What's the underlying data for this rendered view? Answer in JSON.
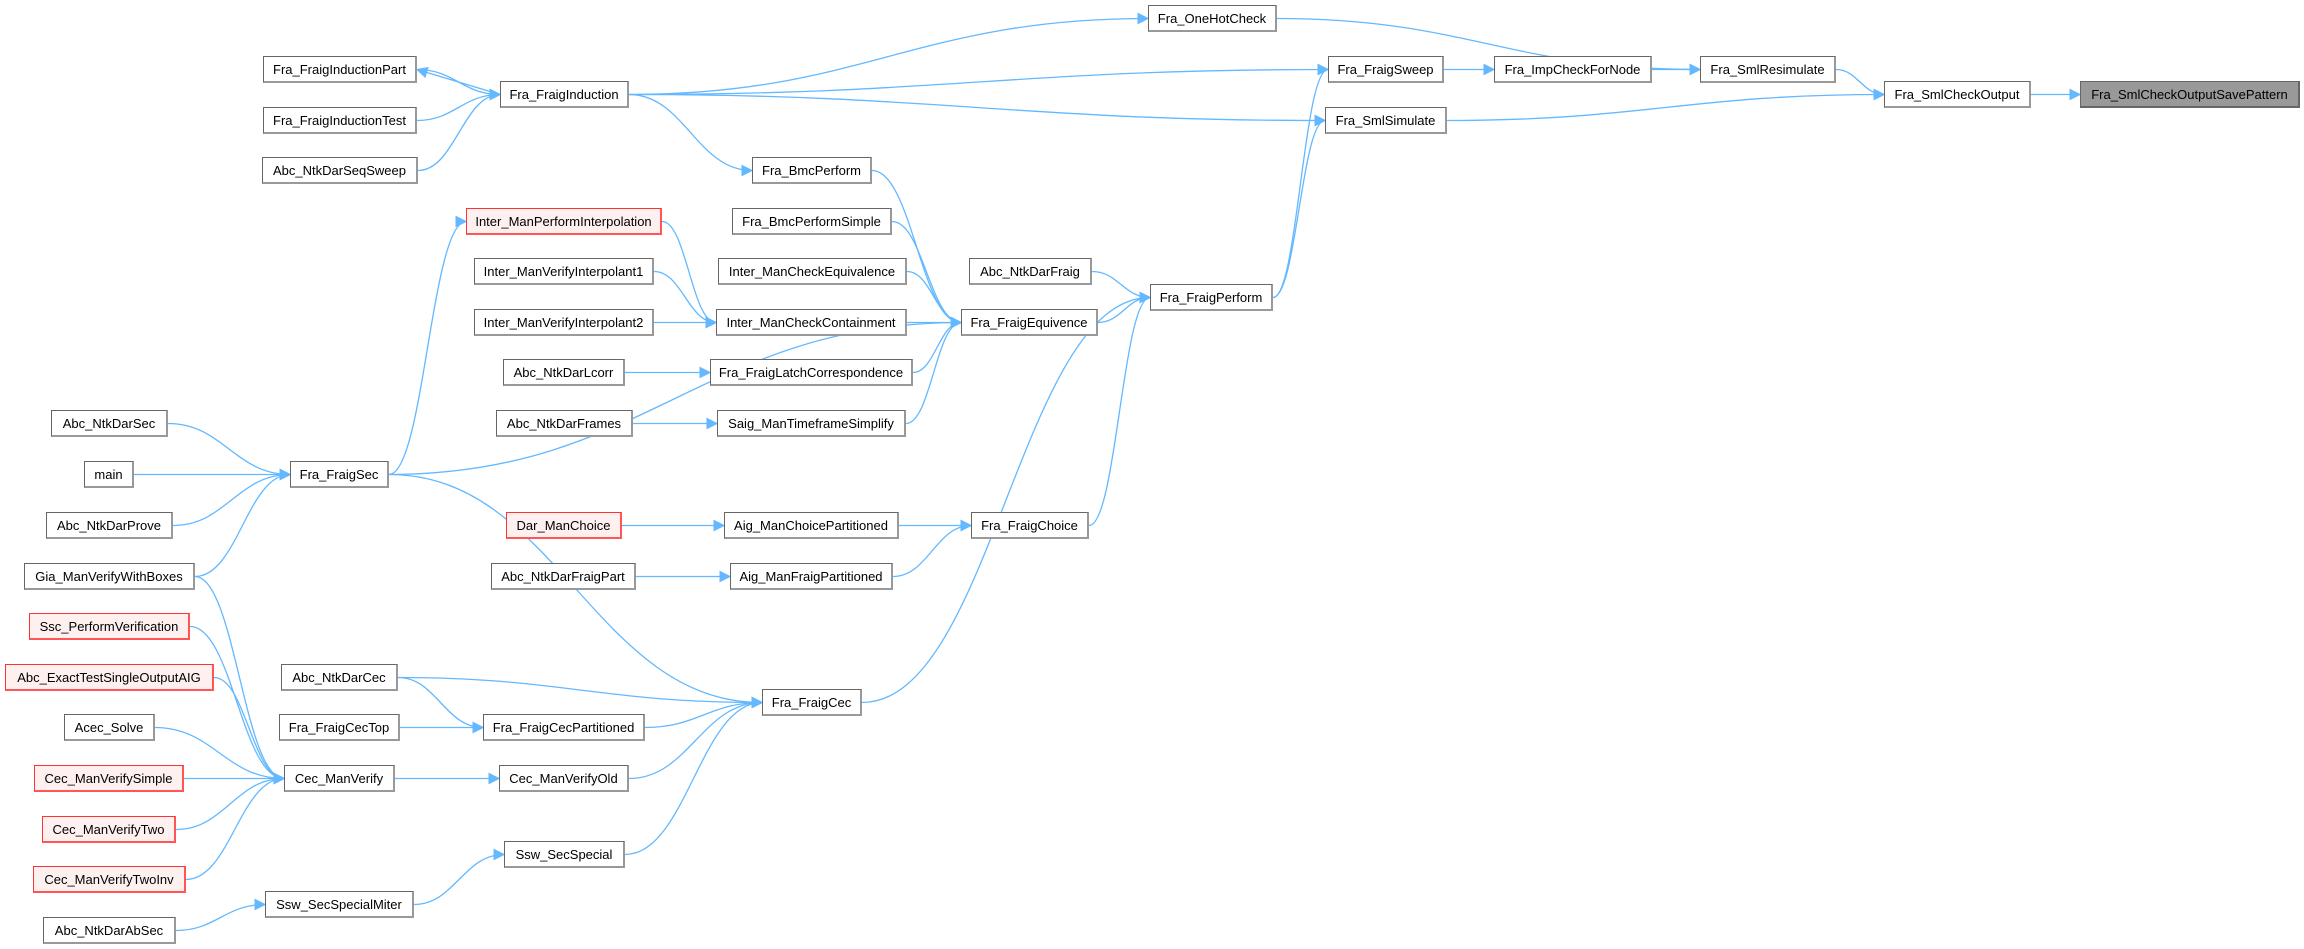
{
  "colors": {
    "edge": "#63b8ff",
    "red_border": "#ff3333",
    "red_fill": "#fff0f0",
    "focus_fill": "#999999"
  },
  "nodes": {
    "oneHotCheck": {
      "label": "Fra_OneHotCheck",
      "style": "normal"
    },
    "inductionPart": {
      "label": "Fra_FraigInductionPart",
      "style": "normal"
    },
    "induction": {
      "label": "Fra_FraigInduction",
      "style": "normal"
    },
    "inductionTest": {
      "label": "Fra_FraigInductionTest",
      "style": "normal"
    },
    "seqSweep": {
      "label": "Abc_NtkDarSeqSweep",
      "style": "normal"
    },
    "bmcPerform": {
      "label": "Fra_BmcPerform",
      "style": "normal"
    },
    "performInterp": {
      "label": "Inter_ManPerformInterpolation",
      "style": "red"
    },
    "bmcPerformSimple": {
      "label": "Fra_BmcPerformSimple",
      "style": "normal"
    },
    "verifyInterp1": {
      "label": "Inter_ManVerifyInterpolant1",
      "style": "normal"
    },
    "checkEquiv": {
      "label": "Inter_ManCheckEquivalence",
      "style": "normal"
    },
    "darFraig": {
      "label": "Abc_NtkDarFraig",
      "style": "normal"
    },
    "verifyInterp2": {
      "label": "Inter_ManVerifyInterpolant2",
      "style": "normal"
    },
    "checkContain": {
      "label": "Inter_ManCheckContainment",
      "style": "normal"
    },
    "fraigEquiv": {
      "label": "Fra_FraigEquivence",
      "style": "normal"
    },
    "darLcorr": {
      "label": "Abc_NtkDarLcorr",
      "style": "normal"
    },
    "latchCorr": {
      "label": "Fra_FraigLatchCorrespondence",
      "style": "normal"
    },
    "darFrames": {
      "label": "Abc_NtkDarFrames",
      "style": "normal"
    },
    "timeframe": {
      "label": "Saig_ManTimeframeSimplify",
      "style": "normal"
    },
    "darSec": {
      "label": "Abc_NtkDarSec",
      "style": "normal"
    },
    "main": {
      "label": "main",
      "style": "normal"
    },
    "fraigSec": {
      "label": "Fra_FraigSec",
      "style": "normal"
    },
    "fraigSweep": {
      "label": "Fra_FraigSweep",
      "style": "normal"
    },
    "impCheck": {
      "label": "Fra_ImpCheckForNode",
      "style": "normal"
    },
    "smlResim": {
      "label": "Fra_SmlResimulate",
      "style": "normal"
    },
    "smlCheckOut": {
      "label": "Fra_SmlCheckOutput",
      "style": "normal"
    },
    "savePattern": {
      "label": "Fra_SmlCheckOutputSavePattern",
      "style": "gray"
    },
    "smlSimulate": {
      "label": "Fra_SmlSimulate",
      "style": "normal"
    },
    "fraigPerform": {
      "label": "Fra_FraigPerform",
      "style": "normal"
    },
    "darProve": {
      "label": "Abc_NtkDarProve",
      "style": "normal"
    },
    "darManChoice": {
      "label": "Dar_ManChoice",
      "style": "red"
    },
    "choicePart": {
      "label": "Aig_ManChoicePartitioned",
      "style": "normal"
    },
    "fraigChoice": {
      "label": "Fra_FraigChoice",
      "style": "normal"
    },
    "giaVerify": {
      "label": "Gia_ManVerifyWithBoxes",
      "style": "normal"
    },
    "darFraigPart": {
      "label": "Abc_NtkDarFraigPart",
      "style": "normal"
    },
    "fraigPart": {
      "label": "Aig_ManFraigPartitioned",
      "style": "normal"
    },
    "sscVerify": {
      "label": "Ssc_PerformVerification",
      "style": "red"
    },
    "exactTest": {
      "label": "Abc_ExactTestSingleOutputAIG",
      "style": "red"
    },
    "darCec": {
      "label": "Abc_NtkDarCec",
      "style": "normal"
    },
    "fraigCec": {
      "label": "Fra_FraigCec",
      "style": "normal"
    },
    "acecSolve": {
      "label": "Acec_Solve",
      "style": "normal"
    },
    "cecTop": {
      "label": "Fra_FraigCecTop",
      "style": "normal"
    },
    "cecPart": {
      "label": "Fra_FraigCecPartitioned",
      "style": "normal"
    },
    "verifySimple": {
      "label": "Cec_ManVerifySimple",
      "style": "red"
    },
    "cecVerify": {
      "label": "Cec_ManVerify",
      "style": "normal"
    },
    "cecVerifyOld": {
      "label": "Cec_ManVerifyOld",
      "style": "normal"
    },
    "verifyTwo": {
      "label": "Cec_ManVerifyTwo",
      "style": "red"
    },
    "secSpecial": {
      "label": "Ssw_SecSpecial",
      "style": "normal"
    },
    "verifyTwoInv": {
      "label": "Cec_ManVerifyTwoInv",
      "style": "red"
    },
    "secSpecialMiter": {
      "label": "Ssw_SecSpecialMiter",
      "style": "normal"
    },
    "darAbSec": {
      "label": "Abc_NtkDarAbSec",
      "style": "normal"
    }
  },
  "edges": [
    [
      "induction",
      "inductionPart"
    ],
    [
      "inductionPart",
      "induction"
    ],
    [
      "inductionTest",
      "induction"
    ],
    [
      "seqSweep",
      "induction"
    ],
    [
      "induction",
      "oneHotCheck"
    ],
    [
      "induction",
      "fraigSweep"
    ],
    [
      "induction",
      "smlSimulate"
    ],
    [
      "induction",
      "bmcPerform"
    ],
    [
      "oneHotCheck",
      "smlResim"
    ],
    [
      "fraigSweep",
      "impCheck"
    ],
    [
      "impCheck",
      "smlResim"
    ],
    [
      "smlResim",
      "smlCheckOut"
    ],
    [
      "smlSimulate",
      "smlCheckOut"
    ],
    [
      "smlCheckOut",
      "savePattern"
    ],
    [
      "fraigPerform",
      "fraigSweep"
    ],
    [
      "fraigPerform",
      "smlSimulate"
    ],
    [
      "bmcPerform",
      "fraigEquiv"
    ],
    [
      "bmcPerformSimple",
      "fraigEquiv"
    ],
    [
      "checkEquiv",
      "fraigEquiv"
    ],
    [
      "checkContain",
      "fraigEquiv"
    ],
    [
      "latchCorr",
      "fraigEquiv"
    ],
    [
      "timeframe",
      "fraigEquiv"
    ],
    [
      "fraigSec",
      "fraigEquiv"
    ],
    [
      "darFraig",
      "fraigPerform"
    ],
    [
      "fraigEquiv",
      "fraigPerform"
    ],
    [
      "fraigChoice",
      "fraigPerform"
    ],
    [
      "fraigCec",
      "fraigPerform"
    ],
    [
      "performInterp",
      "checkContain"
    ],
    [
      "verifyInterp1",
      "checkContain"
    ],
    [
      "verifyInterp2",
      "checkContain"
    ],
    [
      "darLcorr",
      "latchCorr"
    ],
    [
      "darFrames",
      "timeframe"
    ],
    [
      "fraigSec",
      "performInterp"
    ],
    [
      "darSec",
      "fraigSec"
    ],
    [
      "main",
      "fraigSec"
    ],
    [
      "darProve",
      "fraigSec"
    ],
    [
      "giaVerify",
      "fraigSec"
    ],
    [
      "fraigSec",
      "fraigCec"
    ],
    [
      "darManChoice",
      "choicePart"
    ],
    [
      "choicePart",
      "fraigChoice"
    ],
    [
      "darFraigPart",
      "fraigPart"
    ],
    [
      "fraigPart",
      "fraigChoice"
    ],
    [
      "darCec",
      "fraigCec"
    ],
    [
      "darCec",
      "cecPart"
    ],
    [
      "cecTop",
      "cecPart"
    ],
    [
      "cecPart",
      "fraigCec"
    ],
    [
      "cecVerifyOld",
      "fraigCec"
    ],
    [
      "secSpecial",
      "fraigCec"
    ],
    [
      "giaVerify",
      "cecVerify"
    ],
    [
      "sscVerify",
      "cecVerify"
    ],
    [
      "exactTest",
      "cecVerify"
    ],
    [
      "acecSolve",
      "cecVerify"
    ],
    [
      "verifySimple",
      "cecVerify"
    ],
    [
      "verifyTwo",
      "cecVerify"
    ],
    [
      "verifyTwoInv",
      "cecVerify"
    ],
    [
      "cecVerify",
      "cecVerifyOld"
    ],
    [
      "secSpecialMiter",
      "secSpecial"
    ],
    [
      "darAbSec",
      "secSpecialMiter"
    ]
  ]
}
